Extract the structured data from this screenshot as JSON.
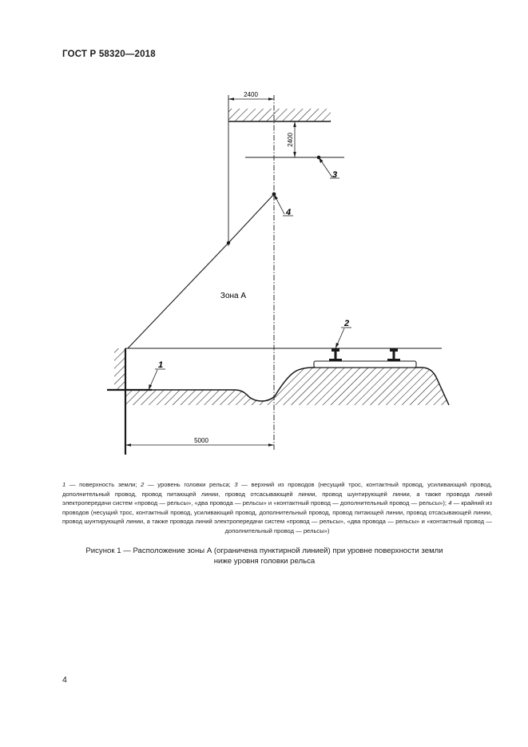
{
  "header": {
    "doc_code": "ГОСТ Р 58320—2018"
  },
  "figure": {
    "dim_top_horizontal": "2400",
    "dim_top_vertical": "2400",
    "dim_bottom_horizontal": "5000",
    "zone_label": "Зона А",
    "callouts": {
      "ground_surface": "1",
      "rail_head_level": "2",
      "upper_wire": "3",
      "extreme_wire": "4"
    }
  },
  "legend": [
    {
      "num": "1",
      "text": " — поверхность земли; "
    },
    {
      "num": "2",
      "text": " — уровень головки рельса; "
    },
    {
      "num": "3",
      "text": " — верхний из проводов (несущий трос, контактный провод, усиливающий провод, дополнительный провод, провод питающей линии, провод отсасывающей линии, провод шунтирующей линии, а также провода линий электропередачи систем «провод — рельсы», «два провода — рельсы» и «контактный провод — дополнительный провод — рельсы»); "
    },
    {
      "num": "4",
      "text": " — крайний из проводов (несущий трос, контактный провод, усиливающий провод, дополнительный провод, провод питающей линии, провод отсасывающей линии, провод шунтирующей линии, а также провода линий электропередачи систем «провод — рельсы», «два провода — рельсы» и «контактный провод — дополнительный провод — рельсы»)"
    }
  ],
  "caption": {
    "line1": "Рисунок 1 — Расположение зоны А (ограничена пунктирной линией) при уровне поверхности земли",
    "line2": "ниже уровня головки рельса"
  },
  "page_number": "4"
}
